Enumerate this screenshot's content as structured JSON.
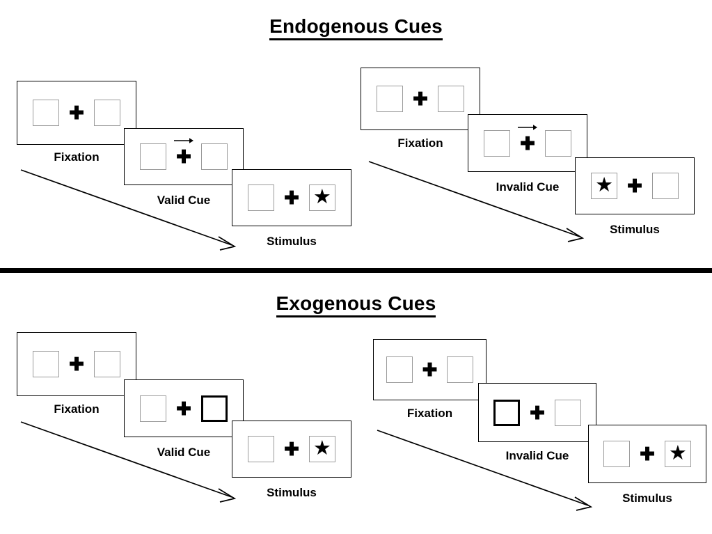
{
  "figure": {
    "title_endogenous": "Endogenous Cues",
    "title_exogenous": "Exogenous Cues",
    "divider_color": "#000000",
    "box_border_color": "#9a9a9a",
    "cued_box_border_color": "#000000",
    "stimulus_glyph": "★",
    "fixation_glyph": "✚",
    "cue_arrow_direction": "right",
    "cue_arrow_icon": "right-arrow-icon"
  },
  "sections": [
    {
      "id": "endogenous",
      "title": "Endogenous Cues",
      "cue_type": "central arrow",
      "groups": [
        {
          "id": "endo-valid",
          "condition": "Valid",
          "frames": [
            {
              "label": "Fixation",
              "left_box": "empty",
              "right_box": "empty",
              "cue": "none",
              "stimulus_side": "none"
            },
            {
              "label": "Valid Cue",
              "left_box": "empty",
              "right_box": "empty",
              "cue": "arrow-right",
              "stimulus_side": "none"
            },
            {
              "label": "Stimulus",
              "left_box": "empty",
              "right_box": "star",
              "cue": "none",
              "stimulus_side": "right"
            }
          ]
        },
        {
          "id": "endo-invalid",
          "condition": "Invalid",
          "frames": [
            {
              "label": "Fixation",
              "left_box": "empty",
              "right_box": "empty",
              "cue": "none",
              "stimulus_side": "none"
            },
            {
              "label": "Invalid Cue",
              "left_box": "empty",
              "right_box": "empty",
              "cue": "arrow-right",
              "stimulus_side": "none"
            },
            {
              "label": "Stimulus",
              "left_box": "star",
              "right_box": "empty",
              "cue": "none",
              "stimulus_side": "left"
            }
          ]
        }
      ]
    },
    {
      "id": "exogenous",
      "title": "Exogenous Cues",
      "cue_type": "peripheral box highlight",
      "groups": [
        {
          "id": "exo-valid",
          "condition": "Valid",
          "frames": [
            {
              "label": "Fixation",
              "left_box": "empty",
              "right_box": "empty",
              "cue": "none",
              "stimulus_side": "none"
            },
            {
              "label": "Valid Cue",
              "left_box": "empty",
              "right_box": "cued",
              "cue": "box-right",
              "stimulus_side": "none"
            },
            {
              "label": "Stimulus",
              "left_box": "empty",
              "right_box": "star",
              "cue": "none",
              "stimulus_side": "right"
            }
          ]
        },
        {
          "id": "exo-invalid",
          "condition": "Invalid",
          "frames": [
            {
              "label": "Fixation",
              "left_box": "empty",
              "right_box": "empty",
              "cue": "none",
              "stimulus_side": "none"
            },
            {
              "label": "Invalid Cue",
              "left_box": "cued",
              "right_box": "empty",
              "cue": "box-left",
              "stimulus_side": "none"
            },
            {
              "label": "Stimulus",
              "left_box": "empty",
              "right_box": "star",
              "cue": "none",
              "stimulus_side": "right"
            }
          ]
        }
      ]
    }
  ]
}
